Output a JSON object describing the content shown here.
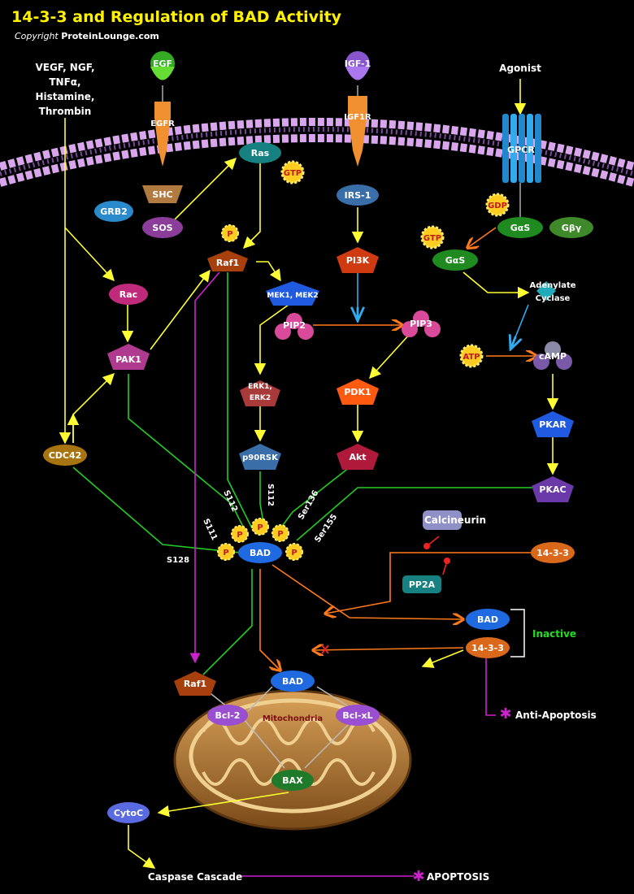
{
  "title": "14-3-3 and Regulation of BAD Activity",
  "copyright_prefix": "Copyright ",
  "copyright_site": "ProteinLounge.com",
  "labels": {
    "stimuli": [
      "VEGF, NGF,",
      "TNFα,",
      "Histamine,",
      "Thrombin"
    ],
    "agonist": "Agonist",
    "egf": "EGF",
    "egfr": "EGFR",
    "igf1": "IGF-1",
    "igf1r": "IGF1R",
    "gpcr": "GPCR",
    "shc": "SHC",
    "grb2": "GRB2",
    "sos": "SOS",
    "ras": "Ras",
    "gtp": "GTP",
    "gdp": "GDP",
    "atp": "ATP",
    "p": "P",
    "raf1": "Raf1",
    "rac": "Rac",
    "pak1": "PAK1",
    "cdc42": "CDC42",
    "mek": "MEK1, MEK2",
    "erk": [
      "ERK1,",
      "ERK2"
    ],
    "p90rsk": "p90RSK",
    "irs1": "IRS-1",
    "pi3k": "PI3K",
    "pip2": "PIP2",
    "pip3": "PIP3",
    "pdk1": "PDK1",
    "akt": "Akt",
    "gas": "GαS",
    "gby": "Gβγ",
    "adenylate": [
      "Adenylate",
      "Cyclase"
    ],
    "camp": "cAMP",
    "pkar": "PKAR",
    "pkac": "PKAC",
    "bad": "BAD",
    "calcineurin": "Calcineurin",
    "pp2a": "PP2A",
    "p1433": "14-3-3",
    "inactive": "Inactive",
    "anti_apoptosis": "Anti-Apoptosis",
    "mito": "Mitochondria",
    "bcl2": "Bcl-2",
    "bclxl": "Bcl-xL",
    "bax": "BAX",
    "cytoc": "CytoC",
    "caspase": "Caspase Cascade",
    "apoptosis": "APOPTOSIS",
    "s111": "S111",
    "s112a": "S112",
    "s112b": "S112",
    "ser136": "Ser136",
    "ser155": "Ser155",
    "s128": "S128"
  },
  "colors": {
    "title": "#fff200",
    "activation": "#ffff33",
    "phosphorylation": "#22cc22",
    "translocation": "#ff7a1a",
    "inhibition_link": "#cc22cc",
    "inactive_label": "#22dd22",
    "membrane": "#d9a6ee"
  }
}
